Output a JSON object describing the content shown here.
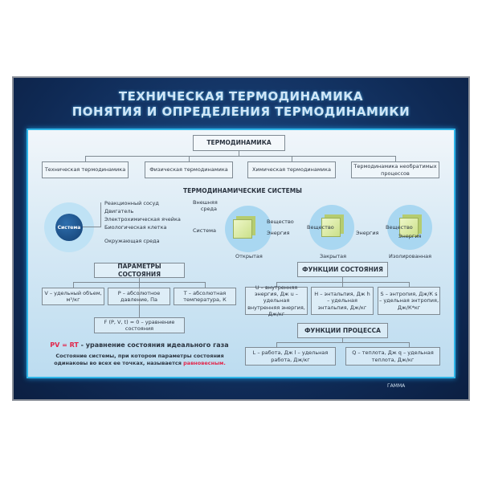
{
  "title": {
    "line1": "ТЕХНИЧЕСКАЯ ТЕРМОДИНАМИКА",
    "line2": "ПОНЯТИЯ И ОПРЕДЕЛЕНИЯ ТЕРМОДИНАМИКИ"
  },
  "root": "ТЕРМОДИНАМИКА",
  "branches": [
    "Техническая термодинамика",
    "Физическая термодинамика",
    "Химическая термодинамика",
    "Термодинамика необратимых процессов"
  ],
  "systems": {
    "heading": "ТЕРМОДИНАМИЧЕСКИЕ СИСТЕМЫ",
    "center": "Система",
    "examples": [
      "Реакционный сосуд",
      "Двигатель",
      "Электрохимическая ячейка",
      "Биологическая клетка"
    ],
    "environment": "Окружающая среда",
    "external": "Внешняя среда",
    "system_label": "Система",
    "matter": "Вещество",
    "energy": "Энергия",
    "types": [
      "Открытая",
      "Закрытая",
      "Изолированная"
    ]
  },
  "params": {
    "heading": "ПАРАМЕТРЫ СОСТОЯНИЯ",
    "items": [
      "V – удельный объем, м³/кг",
      "P – абсолютное давление, Па",
      "T – абсолютная температура, К"
    ],
    "equation": "F (P, V, t) = 0 – уравнение состояния"
  },
  "ideal_gas": {
    "formula": "PV = RT",
    "text": " - уравнение состояния идеального газа"
  },
  "equilibrium": {
    "text": "Состояние системы, при котором параметры состояния одинаковы во всех ее точках, называется ",
    "highlight": "равновесным."
  },
  "state_functions": {
    "heading": "ФУНКЦИИ СОСТОЯНИЯ",
    "items": [
      "U – внутренняя энергия, Дж u – удельная внутренняя энергия, Дж/кг",
      "H – энтальпия, Дж h – удельная энтальпия, Дж/кг",
      "S – энтропия, Дж/К s – удельная энтропия, Дж/К*кг"
    ]
  },
  "process_functions": {
    "heading": "ФУНКЦИИ ПРОЦЕССА",
    "items": [
      "L – работа, Дж l – удельная работа, Дж/кг",
      "Q – теплота, Дж q – удельная теплота, Дж/кг"
    ]
  },
  "logo": "ГАММА"
}
